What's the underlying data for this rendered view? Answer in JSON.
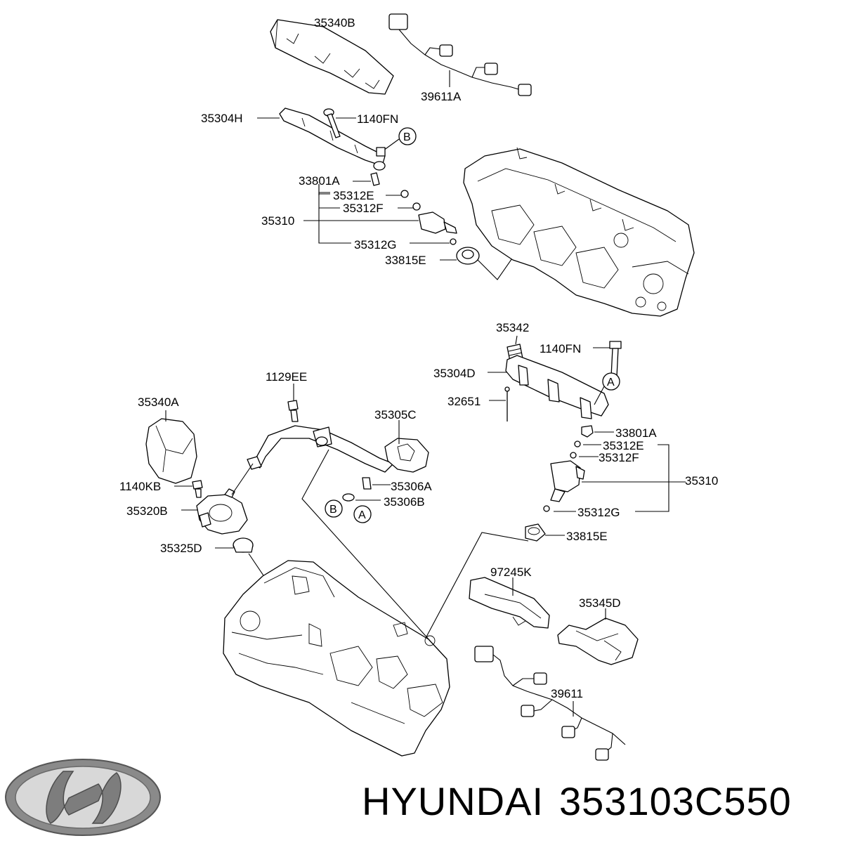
{
  "labels": {
    "cover_top": "35340B",
    "harness_top": "39611A",
    "rail_top": "35304H",
    "bolt_top": "1140FN",
    "clip_top": "33801A",
    "oring_e_top": "35312E",
    "oring_f_top": "35312F",
    "injector_top": "35310",
    "oring_g_top": "35312G",
    "seal_top": "33815E",
    "sensor": "35342",
    "bolt_right": "1140FN",
    "rail_right": "35304D",
    "pin": "32651",
    "bolt_pipe": "1129EE",
    "pipe": "35305C",
    "cover_left": "35340A",
    "oring_a": "35306A",
    "oring_b": "35306B",
    "bolt_pump": "1140KB",
    "pump": "35320B",
    "lifter": "35325D",
    "clip_right": "33801A",
    "oring_e_right": "35312E",
    "oring_f_right": "35312F",
    "injector_right": "35310",
    "oring_g_right": "35312G",
    "seal_right": "33815E",
    "cover_bottom": "97245K",
    "cover_right": "35345D",
    "harness_bottom": "39611"
  },
  "markers": {
    "b_top": "B",
    "a_right": "A",
    "b_pipe": "B",
    "a_pipe": "A"
  },
  "brand": {
    "name": "HYUNDAI",
    "part_number": "353103C550",
    "logo_icon": "hyundai-logo"
  }
}
